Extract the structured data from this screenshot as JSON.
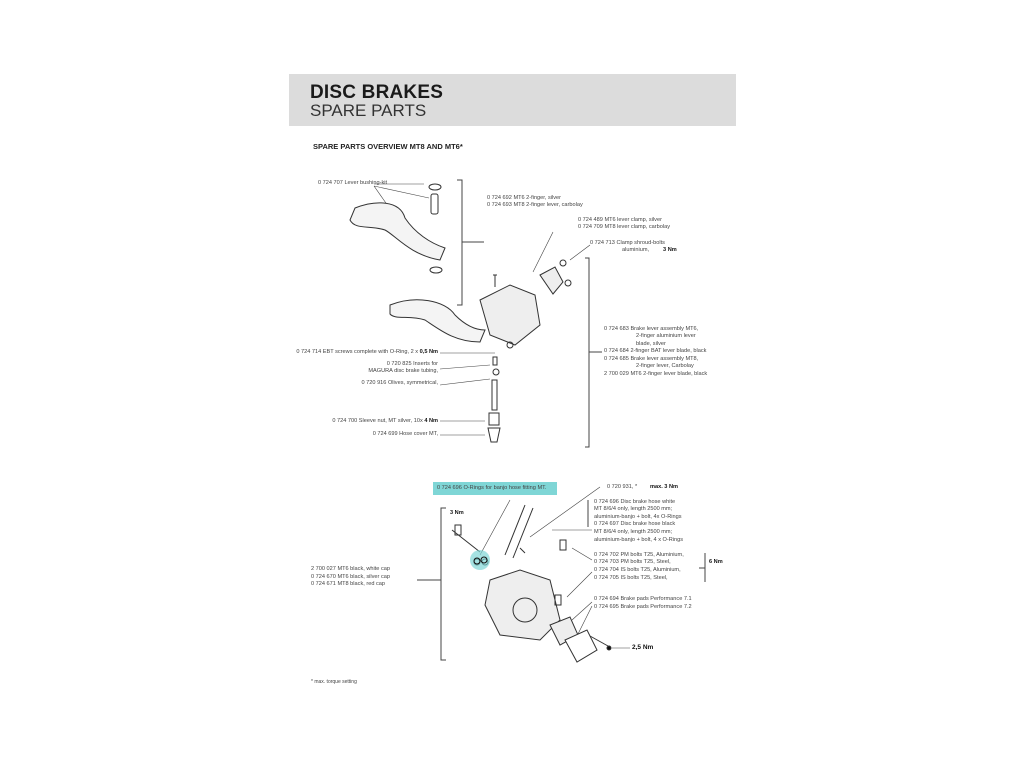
{
  "header": {
    "title": "DISC BRAKES",
    "subtitle": "SPARE PARTS"
  },
  "section_title": "SPARE PARTS OVERVIEW MT8 AND MT6*",
  "labels": {
    "lever_bushing": "0 724 707 Lever bushing-kit",
    "lever_a": "0 724 692   MT6 2-finger, silver",
    "lever_b": "0 724 693   MT8 2-finger lever, carbolay",
    "clamp_a": "0 724 489   MT6 lever clamp, silver",
    "clamp_b": "0 724 709   MT8 lever clamp, carbolay",
    "shroud_1": "0 724 713    Clamp shroud-bolts",
    "shroud_2": "aluminium,",
    "shroud_torque": "3 Nm",
    "asm_1": "0 724 683   Brake lever assembly MT6,",
    "asm_2": "2-finger aluminium lever",
    "asm_3": "blade, silver",
    "asm_4": "0 724 684   2-finger BAT lever blade, black",
    "asm_5": "0 724 685   Brake lever assembly MT8,",
    "asm_6": "2-finger lever, Carbolay",
    "asm_7": "2 700 029   MT6 2-finger lever blade, black",
    "ebt": "0 724 714 EBT screws complete with O-Ring, 2 x",
    "ebt_torque": "0,5 Nm",
    "inserts_1": "0 720 825 Inserts for",
    "inserts_2": "MAGURA disc brake tubing,",
    "olives": "0 720 916 Olives, symmetrical,",
    "sleeve": "0 724 700 Sleeve nut, MT silver, 10x",
    "sleeve_torque": "4 Nm",
    "hose_cover": "0 724 699 Hose cover MT,",
    "orings": "0 724 696 O-Rings for banjo hose fitting MT.",
    "bleed": "0 720 931, *",
    "bleed_torque": "max. 3 Nm",
    "hose_1": "0 724 696   Disc brake hose white",
    "hose_2": "MT 8/6/4 only, length 2500 mm;",
    "hose_3": "aluminium-banjo + bolt, 4x O-Rings",
    "hose_4": "0 724 697    Disc brake hose black",
    "hose_5": "MT 8/6/4 only, length 2500 mm;",
    "hose_6": "aluminium-banjo + bolt,  4 x O-Rings",
    "banjo_torque": "3 Nm",
    "bolt_1": "0 724 702   PM bolts T25, Aluminium,",
    "bolt_2": "0 724 703   PM bolts T25, Steel,",
    "bolt_3": "0 724 704   IS bolts T25, Aluminium,",
    "bolt_4": "0 724 705   IS bolts T25, Steel,",
    "bolt_torque": "6 Nm",
    "cal_1": "2 700 027   MT6 black, white cap",
    "cal_2": "0 724 670   MT6 black, silver cap",
    "cal_3": "0 724 671   MT8 black, red cap",
    "pad_1": "0 724 694   Brake pads Performance 7.1",
    "pad_2": "0 724 695   Brake pads Performance 7.2",
    "pad_torque": "2,5 Nm",
    "footnote": "* max. torque setting"
  },
  "colors": {
    "header_bg": "#dcdcdc",
    "highlight": "#7fd6d6"
  }
}
